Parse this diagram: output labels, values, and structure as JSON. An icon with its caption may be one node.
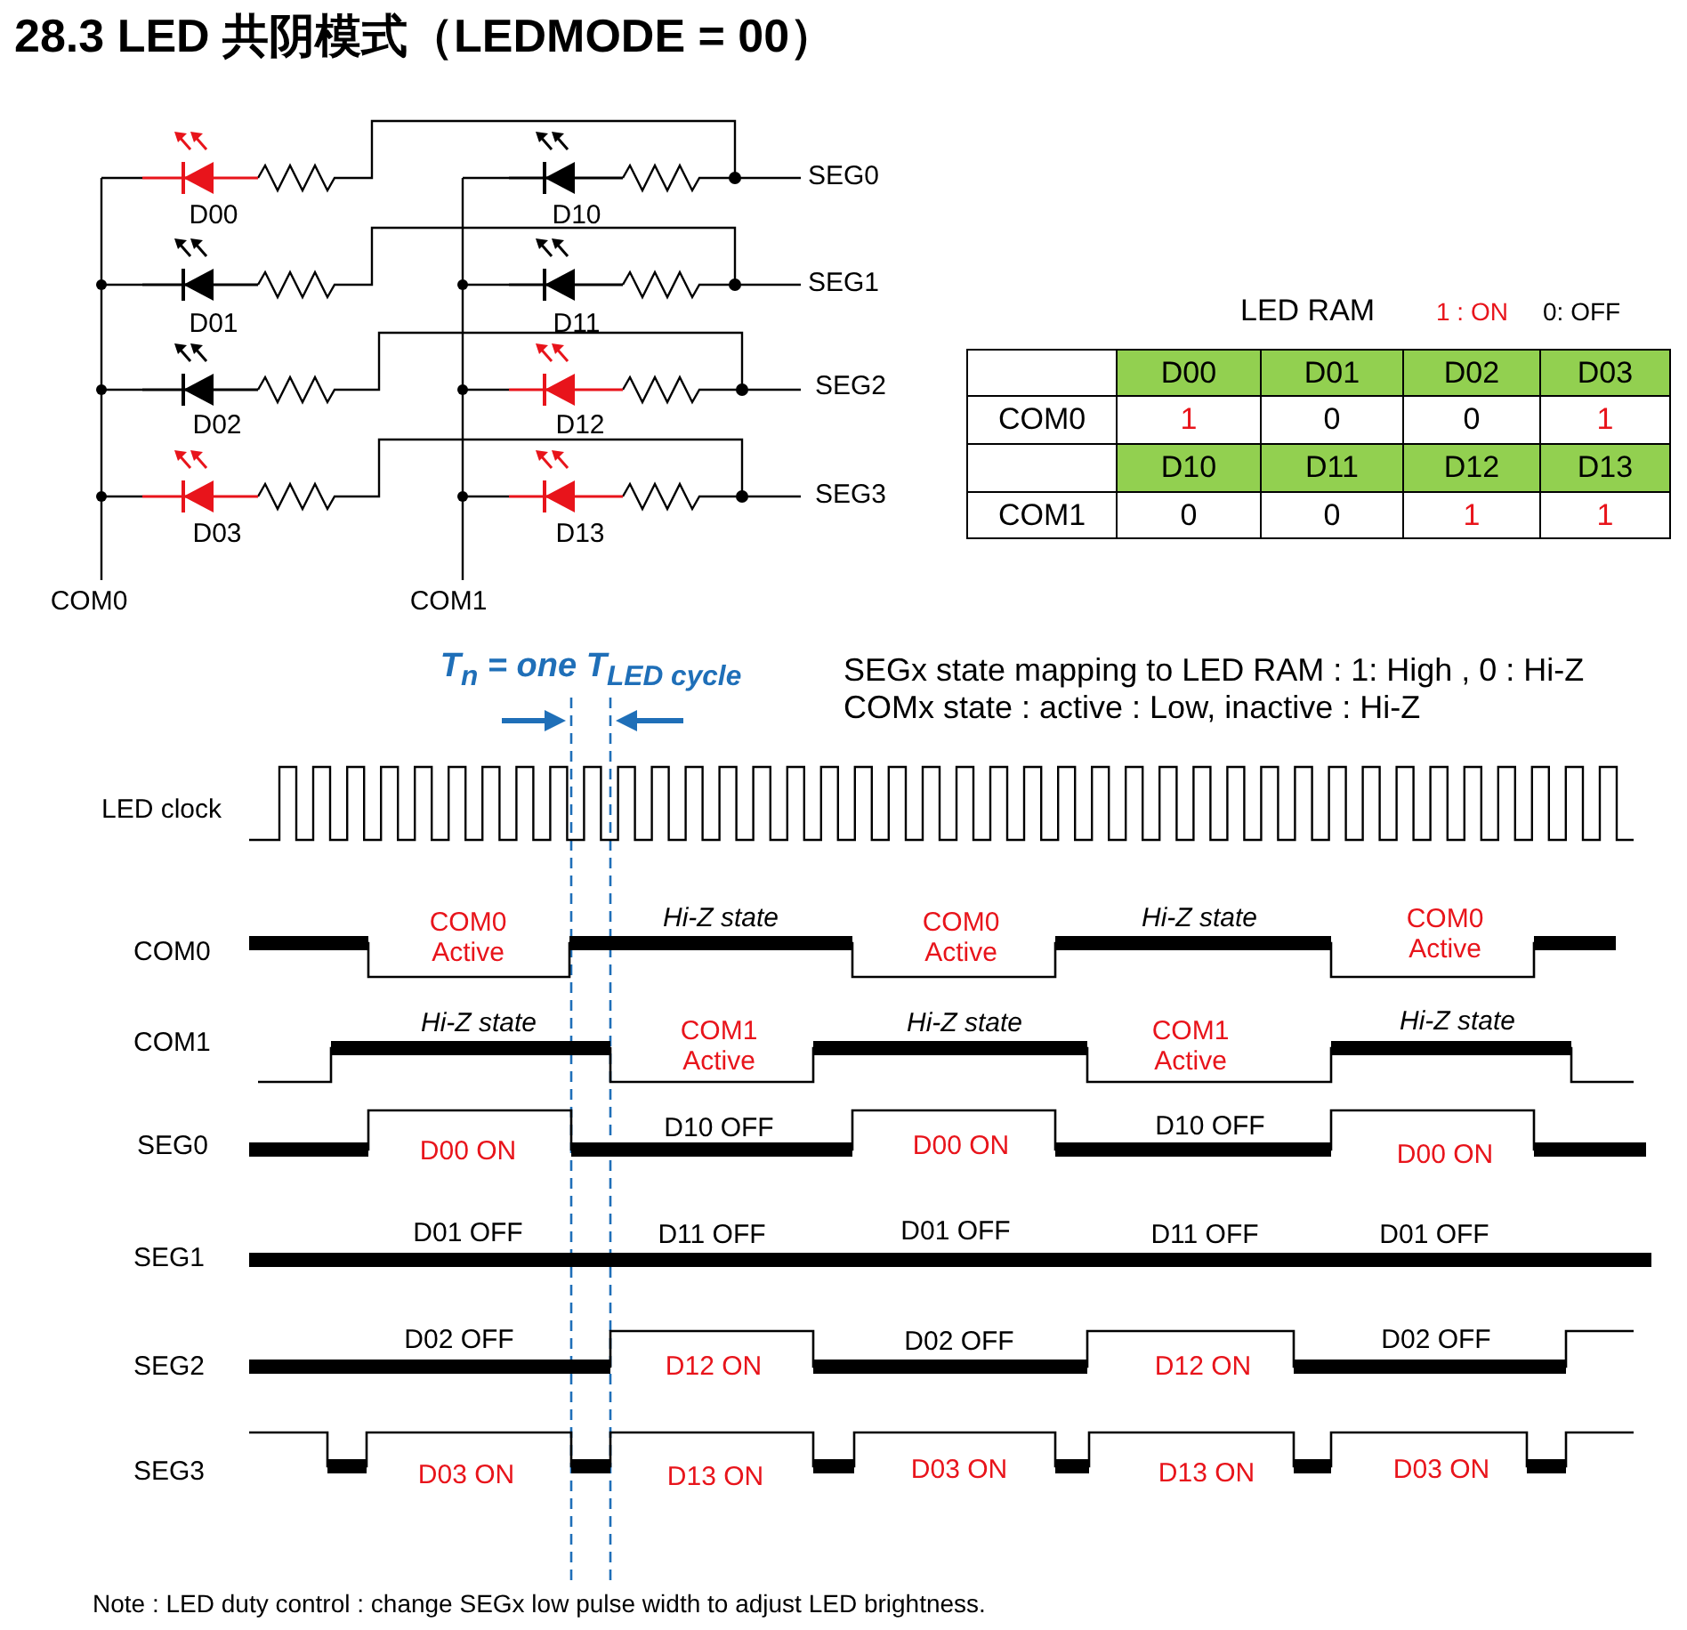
{
  "diagram": {
    "title": "28.3 LED 共阴模式（LEDMODE = 00）",
    "labels": [
      "SEG0",
      "D00",
      "D10",
      "SEG1",
      "D01",
      "D11",
      "LED RAM",
      "1 : ON",
      "0: OFF",
      "SEG2",
      "D02",
      "D12",
      "D00",
      "D01",
      "D02",
      "D03",
      "COM0",
      "1",
      "0",
      "0",
      "1",
      "D10",
      "D11",
      "D12",
      "D13",
      "COM1",
      "0",
      "0",
      "1",
      "1",
      "SEG3",
      "D03",
      "D13",
      "COM0",
      "COM1",
      "T$_{n}$ = one T$_{LED cycle}$",
      "SEGx state mapping to LED RAM : 1: High , 0 : Hi-Z",
      "COMx state : active : Low, inactive : Hi-Z",
      "LED clock",
      "COM0",
      "COM0 Active",
      "Hi-Z state",
      "COM0 Active",
      "Hi-Z state",
      "COM0 Active",
      "COM1",
      "Hi-Z state",
      "COM1 Active",
      "Hi-Z state",
      "COM1 Active",
      "Hi-Z state",
      "SEG0",
      "D00 ON",
      "D10 OFF",
      "D00 ON",
      "D10 OFF",
      "D00 ON",
      "SEG1",
      "D01 OFF",
      "D11 OFF",
      "D01 OFF",
      "D11 OFF",
      "D01 OFF",
      "SEG2",
      "D02 OFF",
      "D12 ON",
      "D02 OFF",
      "D12 ON",
      "D02 OFF",
      "SEG3",
      "D03 ON",
      "D13 ON",
      "D03 ON",
      "D13 ON",
      "D03 ON",
      "Note : LED duty control : change SEGx low pulse width to adjust LED brightness."
    ]
  }
}
